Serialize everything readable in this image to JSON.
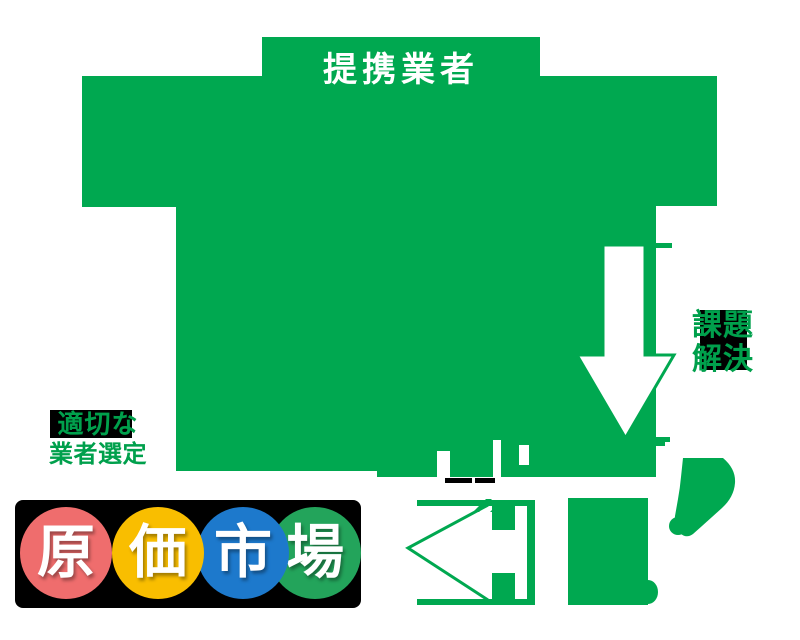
{
  "diagram": {
    "partner_label": "提携業者",
    "issue_solution": {
      "line1": "課題",
      "line2": "解決"
    },
    "vendor_selection": {
      "line1": "適切な",
      "line2": "業者選定"
    },
    "logo": {
      "name": "原価市場",
      "background_color": "#000000",
      "circles": [
        {
          "char": "原",
          "color": "#EF6D6D"
        },
        {
          "char": "価",
          "color": "#F9BE00"
        },
        {
          "char": "市",
          "color": "#1D79CC"
        },
        {
          "char": "場",
          "color": "#23A45B"
        }
      ]
    },
    "colors": {
      "primary_green": "#00A850",
      "label_text_green": "#00A04C",
      "patch_black": "#000000",
      "arrow_fill_white": "#ffffff"
    }
  }
}
